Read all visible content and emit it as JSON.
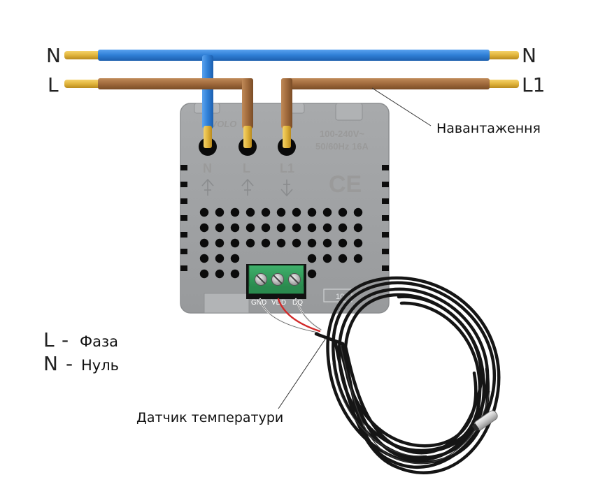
{
  "wires": {
    "n_left": "N",
    "n_right": "N",
    "l_left": "L",
    "l_right": "L1"
  },
  "callouts": {
    "load": "Навантаження",
    "sensor": "Датчик температури"
  },
  "legend": [
    {
      "key": "L",
      "sep": "-",
      "text": "Фаза"
    },
    {
      "key": "N",
      "sep": "-",
      "text": "Нуль"
    }
  ],
  "device": {
    "brand": "LIVOLO",
    "rating_line1": "100-240V~",
    "rating_line2": "50/60Hz 16A",
    "ce_mark": "CE",
    "terminals": [
      "N",
      "L",
      "L1"
    ],
    "sensor_terminals": [
      "GND",
      "VDD",
      "DQ"
    ],
    "side_mark": "10"
  },
  "colors": {
    "neutral_wire": "#2f7fd6",
    "phase_wire": "#a06a3c",
    "copper_tip": "#e0b43c",
    "device_body": "#a3a5a7",
    "terminal_block": "#2e9d59",
    "sensor_cable": "#151515"
  },
  "icons": {
    "terminal_arrows": [
      "arrow-up-icon",
      "arrow-up-icon",
      "arrow-down-icon"
    ],
    "screws": "screw-icon",
    "ce": "ce-mark-icon"
  }
}
